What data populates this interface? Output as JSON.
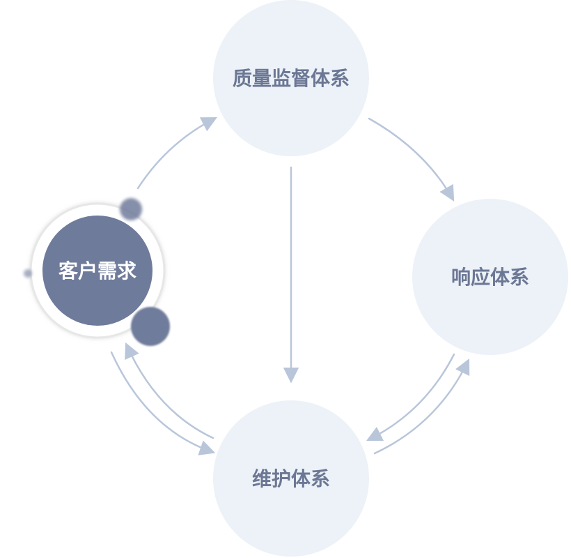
{
  "nodes": {
    "quality": {
      "label": "质量监督体系"
    },
    "customer": {
      "label": "客户需求"
    },
    "response": {
      "label": "响应体系"
    },
    "maintenance": {
      "label": "维护体系"
    }
  },
  "colors": {
    "node_fill": "#edf2f8",
    "node_text": "#6b7794",
    "customer_fill": "#6f7b9b",
    "customer_text": "#ffffff",
    "customer_ring": "#e7e7e7",
    "arrow": "#b9c6da",
    "dot": "#6f7b9b"
  }
}
